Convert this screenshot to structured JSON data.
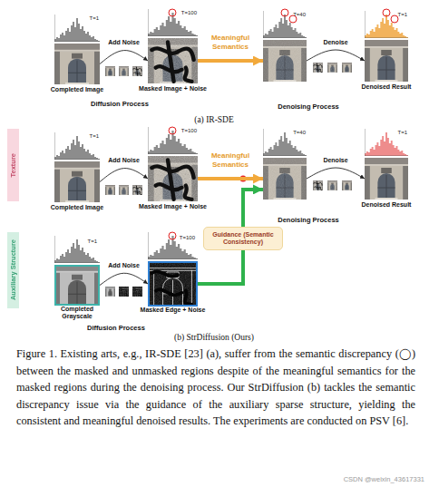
{
  "diagram": {
    "caption": "Figure 1. Existing arts, e.g., IR-SDE [23] (a), suffer from the semantic discrepancy (◯) between the masked and unmasked regions despite of the meaningful semantics for the masked regions during the denoising process. Our StrDiffusion (b) tackles the semantic discrepancy issue via the guidance of the auxiliary sparse structure, yielding the consistent and meaningful denoised results. The experiments are conducted on PSV [6].",
    "nodes": [
      {
        "text": [
          "T=1",
          "Completed Image"
        ]
      },
      {
        "text": [
          "T=100",
          "Masked Image + Noise"
        ]
      },
      {
        "text": [
          "T=40"
        ]
      },
      {
        "text": [
          "T=1",
          "Denoised Result"
        ]
      },
      {
        "text": [
          "Texture"
        ]
      },
      {
        "text": [
          "T=1",
          "Completed Image"
        ]
      },
      {
        "text": [
          "T=100",
          "Masked Image + Noise"
        ]
      },
      {
        "text": [
          "T=40"
        ]
      },
      {
        "text": [
          "T=1",
          "Denoised Result"
        ]
      },
      {
        "text": [
          "Guidance (Semantic Consistency)"
        ]
      },
      {
        "text": [
          "Auxiliary Structure"
        ]
      },
      {
        "text": [
          "T=1",
          "Completed Grayscale"
        ]
      },
      {
        "text": [
          "T=100",
          "Masked Edge + Noise"
        ]
      }
    ],
    "edges": [
      {
        "from": 0,
        "to": 1,
        "label": "Add Noise",
        "arrow": "to"
      },
      {
        "from": 1,
        "to": 2,
        "label": "Meaningful Semantics",
        "arrow": "to"
      },
      {
        "from": 2,
        "to": 3,
        "label": "Denoise",
        "arrow": "to"
      },
      {
        "from": 5,
        "to": 6,
        "label": "Add Noise",
        "arrow": "to"
      },
      {
        "from": 6,
        "to": 7,
        "label": "Meaningful Semantics",
        "arrow": "to"
      },
      {
        "from": 7,
        "to": 8,
        "label": "Denoise",
        "arrow": "to"
      },
      {
        "from": 11,
        "to": 12,
        "label": "Add Noise",
        "arrow": "to"
      },
      {
        "from": 12,
        "to": 9,
        "arrow": "none"
      },
      {
        "from": 9,
        "to": 7,
        "arrow": "to"
      }
    ],
    "labels": [
      "Diffusion Process",
      "Denoising Process",
      "(a) IR-SDE",
      "Denoising Process",
      "Diffusion Process",
      "(b) StrDiffusion (Ours)",
      "CSDN @weixin_43617331"
    ]
  }
}
